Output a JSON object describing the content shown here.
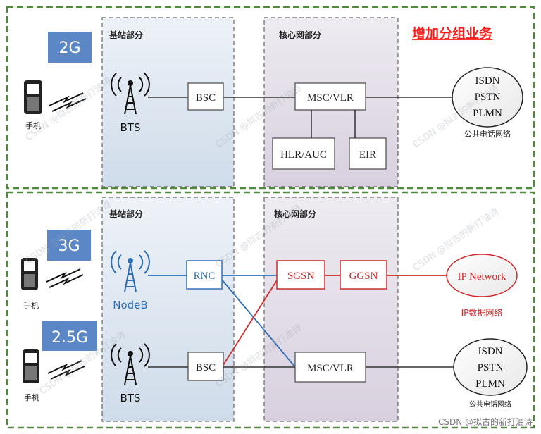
{
  "headline": "增加分组业务",
  "gen_badges": {
    "g2": "2G",
    "g3": "3G",
    "g25": "2.5G"
  },
  "top": {
    "base_section": "基站部分",
    "core_section": "核心网部分",
    "bts": "BTS",
    "bsc": "BSC",
    "msc": "MSC/VLR",
    "hlr": "HLR/AUC",
    "eir": "EIR",
    "phone": "手机",
    "pstn_lines": [
      "ISDN",
      "PSTN",
      "PLMN"
    ],
    "pstn_caption": "公共电话网络"
  },
  "bottom": {
    "base_section": "基站部分",
    "core_section": "核心网部分",
    "nodeb": "NodeB",
    "rnc": "RNC",
    "bts": "BTS",
    "bsc": "BSC",
    "sgsn": "SGSN",
    "ggsn": "GGSN",
    "msc": "MSC/VLR",
    "phone_3g": "手机",
    "phone_25g": "手机",
    "ip_network": "IP Network",
    "ip_caption": "IP数据网络",
    "pstn_lines": [
      "ISDN",
      "PSTN",
      "PLMN"
    ],
    "pstn_caption": "公共电话网络"
  },
  "watermark": "CSDN @拟古的新打油诗",
  "footer_credit": "CSDN @拟古的新打油诗",
  "colors": {
    "border_green": "#4f8a3a",
    "headline_red": "#ff1a1a",
    "badge_blue": "#5b87c6",
    "base_fill": "#dde6f0",
    "core_fill": "#e3dde6",
    "blue": "#2f6fb5",
    "red": "#cc2a2a",
    "dark": "#333333"
  }
}
